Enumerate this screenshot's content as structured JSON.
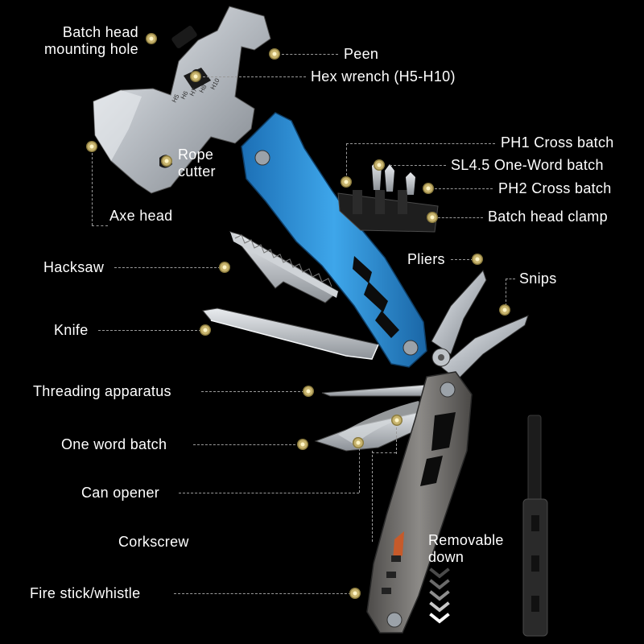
{
  "callouts": {
    "batch_head_mounting_hole": "Batch head\nmounting hole",
    "peen": "Peen",
    "hex_wrench": "Hex wrench (H5-H10)",
    "rope_cutter": "Rope\ncutter",
    "axe_head": "Axe head",
    "ph1_cross_batch": "PH1 Cross batch",
    "sl45_one_word_batch": "SL4.5 One-Word batch",
    "ph2_cross_batch": "PH2 Cross batch",
    "batch_head_clamp": "Batch head clamp",
    "hacksaw": "Hacksaw",
    "pliers": "Pliers",
    "snips": "Snips",
    "knife": "Knife",
    "threading_apparatus": "Threading apparatus",
    "one_word_batch": "One word batch",
    "can_opener": "Can opener",
    "corkscrew": "Corkscrew",
    "removable_down": "Removable\ndown",
    "fire_stick_whistle": "Fire stick/whistle"
  },
  "hex_sizes": [
    "H5",
    "H6",
    "H7",
    "H8",
    "H10"
  ],
  "colors": {
    "background": "#000000",
    "handle_blue": "#2a8fd6",
    "handle_gray": "#6e6c6a",
    "steel": "#c9cdd1",
    "marker_gold": "#c8b46e",
    "leader_line": "#9a9a9a"
  }
}
